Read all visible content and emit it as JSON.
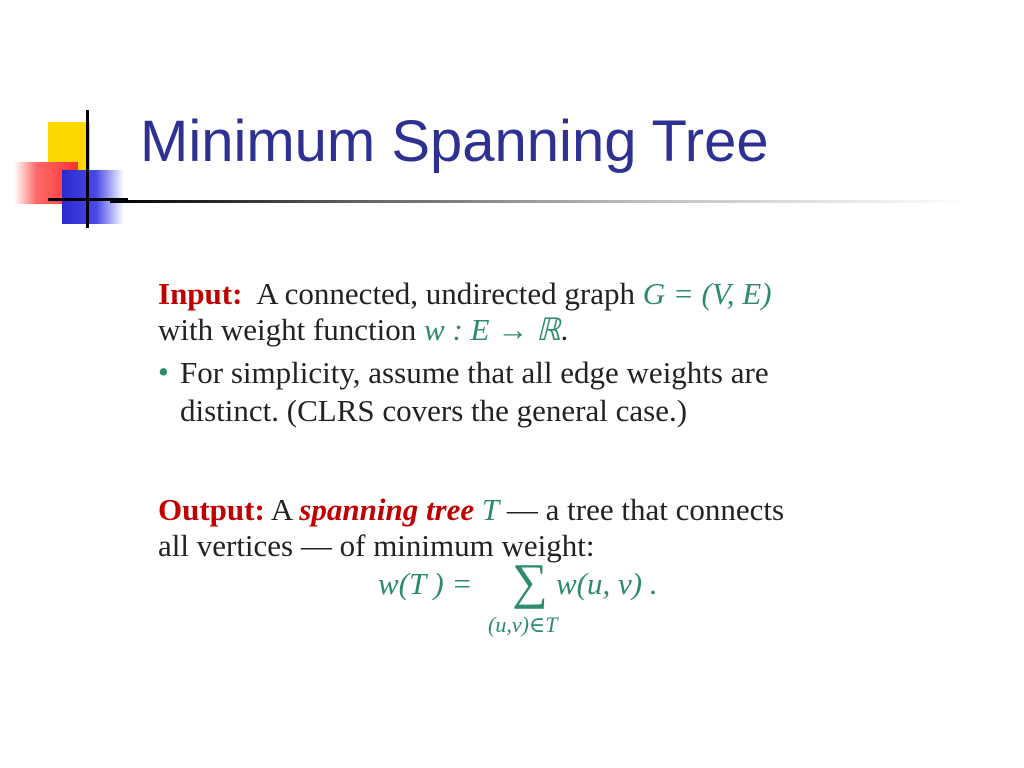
{
  "slide": {
    "title": "Minimum Spanning Tree"
  },
  "input": {
    "label": "Input:",
    "text1": "A connected, undirected graph",
    "graph_expr": "G = (V, E)",
    "text2": "with weight function",
    "weight_expr": "w : E → ℝ",
    "text2_end": ".",
    "bullet_line1": "For simplicity, assume that all edge weights are",
    "bullet_line2": "distinct. (CLRS covers the general case.)"
  },
  "output": {
    "label": "Output:",
    "text_a": "A",
    "term": "spanning tree",
    "var_t": "T",
    "text_b": "— a tree that connects",
    "line2": "all vertices — of minimum weight:"
  },
  "formula": {
    "lhs": "w(T ) =",
    "sum": "∑",
    "rhs": "w(u, v) .",
    "subscript": "(u,v)∈T"
  },
  "colors": {
    "title": "#2e3192",
    "label_red": "#c00000",
    "math_green": "#2e8b6e"
  }
}
